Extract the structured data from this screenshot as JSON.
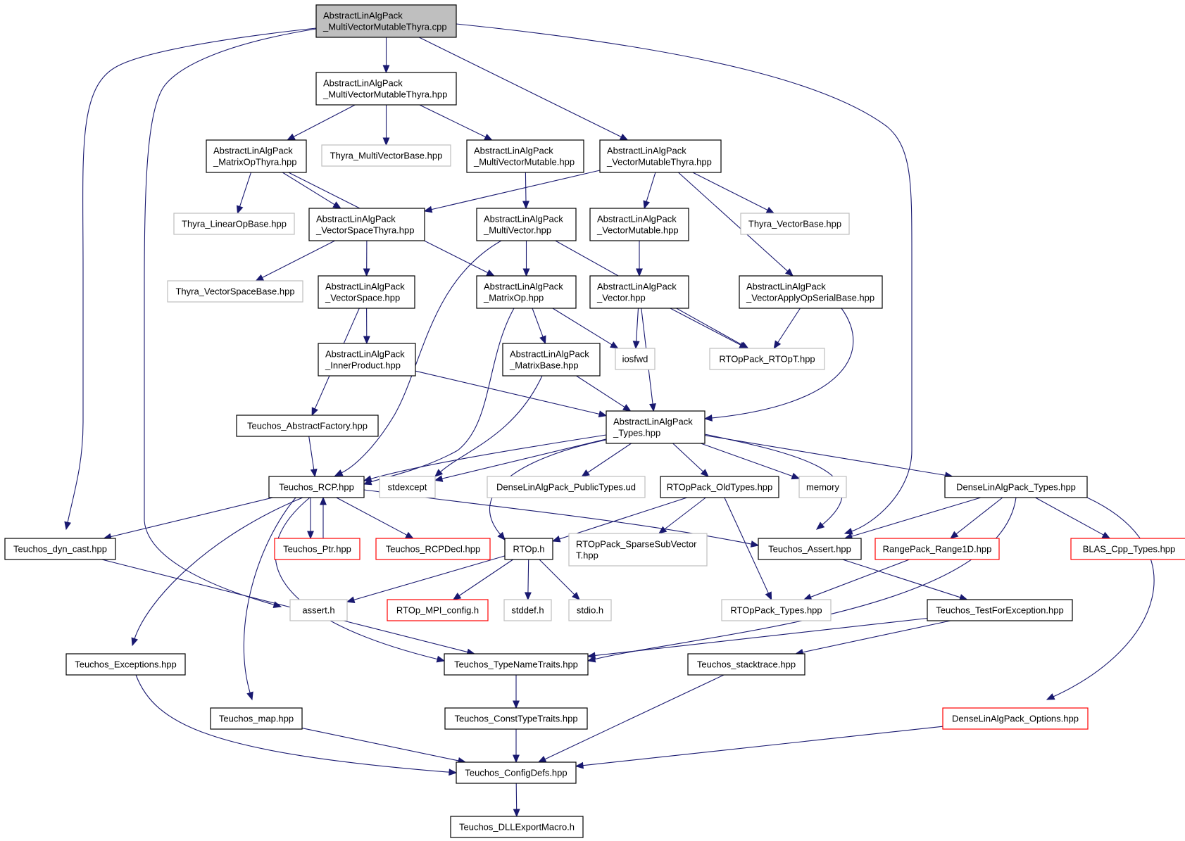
{
  "colors": {
    "edge": "#191970",
    "border_documented": "#000000",
    "border_external": "#bfbfbf",
    "border_truncated": "#ff0000",
    "root_fill": "#bfbfbf",
    "node_fill": "#ffffff"
  },
  "nodes": {
    "root": {
      "lines": [
        "AbstractLinAlgPack",
        "_MultiVectorMutableThyra.cpp"
      ],
      "style": "root"
    },
    "mvmt_hpp": {
      "lines": [
        "AbstractLinAlgPack",
        "_MultiVectorMutableThyra.hpp"
      ],
      "style": "doc"
    },
    "matrixopthyra": {
      "lines": [
        "AbstractLinAlgPack",
        "_MatrixOpThyra.hpp"
      ],
      "style": "doc"
    },
    "thyra_mvbase": {
      "lines": [
        "Thyra_MultiVectorBase.hpp"
      ],
      "style": "ext"
    },
    "mvmutable": {
      "lines": [
        "AbstractLinAlgPack",
        "_MultiVectorMutable.hpp"
      ],
      "style": "doc"
    },
    "vecmutthyra": {
      "lines": [
        "AbstractLinAlgPack",
        "_VectorMutableThyra.hpp"
      ],
      "style": "doc"
    },
    "thyra_linop": {
      "lines": [
        "Thyra_LinearOpBase.hpp"
      ],
      "style": "ext"
    },
    "vecspacethyra": {
      "lines": [
        "AbstractLinAlgPack",
        "_VectorSpaceThyra.hpp"
      ],
      "style": "doc"
    },
    "multivector": {
      "lines": [
        "AbstractLinAlgPack",
        "_MultiVector.hpp"
      ],
      "style": "doc"
    },
    "vecmutable": {
      "lines": [
        "AbstractLinAlgPack",
        "_VectorMutable.hpp"
      ],
      "style": "doc"
    },
    "thyra_vecbase": {
      "lines": [
        "Thyra_VectorBase.hpp"
      ],
      "style": "ext"
    },
    "thyra_vsbase": {
      "lines": [
        "Thyra_VectorSpaceBase.hpp"
      ],
      "style": "ext"
    },
    "vectorspace": {
      "lines": [
        "AbstractLinAlgPack",
        "_VectorSpace.hpp"
      ],
      "style": "doc"
    },
    "matrixop": {
      "lines": [
        "AbstractLinAlgPack",
        "_MatrixOp.hpp"
      ],
      "style": "doc"
    },
    "vector": {
      "lines": [
        "AbstractLinAlgPack",
        "_Vector.hpp"
      ],
      "style": "doc"
    },
    "vecapply": {
      "lines": [
        "AbstractLinAlgPack",
        "_VectorApplyOpSerialBase.hpp"
      ],
      "style": "doc"
    },
    "innerproduct": {
      "lines": [
        "AbstractLinAlgPack",
        "_InnerProduct.hpp"
      ],
      "style": "doc"
    },
    "matrixbase": {
      "lines": [
        "AbstractLinAlgPack",
        "_MatrixBase.hpp"
      ],
      "style": "doc"
    },
    "iosfwd": {
      "lines": [
        "iosfwd"
      ],
      "style": "ext"
    },
    "rtopt": {
      "lines": [
        "RTOpPack_RTOpT.hpp"
      ],
      "style": "ext"
    },
    "abstractfactory": {
      "lines": [
        "Teuchos_AbstractFactory.hpp"
      ],
      "style": "doc"
    },
    "types": {
      "lines": [
        "AbstractLinAlgPack",
        "_Types.hpp"
      ],
      "style": "doc"
    },
    "rcp": {
      "lines": [
        "Teuchos_RCP.hpp"
      ],
      "style": "doc"
    },
    "stdexcept": {
      "lines": [
        "stdexcept"
      ],
      "style": "ext"
    },
    "dense_public": {
      "lines": [
        "DenseLinAlgPack_PublicTypes.ud"
      ],
      "style": "ext"
    },
    "oldtypes": {
      "lines": [
        "RTOpPack_OldTypes.hpp"
      ],
      "style": "doc"
    },
    "memory": {
      "lines": [
        "memory"
      ],
      "style": "ext"
    },
    "dense_types": {
      "lines": [
        "DenseLinAlgPack_Types.hpp"
      ],
      "style": "doc"
    },
    "dyn_cast": {
      "lines": [
        "Teuchos_dyn_cast.hpp"
      ],
      "style": "doc"
    },
    "ptr": {
      "lines": [
        "Teuchos_Ptr.hpp"
      ],
      "style": "trunc"
    },
    "rcpdecl": {
      "lines": [
        "Teuchos_RCPDecl.hpp"
      ],
      "style": "trunc"
    },
    "rtop_h": {
      "lines": [
        "RTOp.h"
      ],
      "style": "doc"
    },
    "sparsesub": {
      "lines": [
        "RTOpPack_SparseSubVector",
        "T.hpp"
      ],
      "style": "ext"
    },
    "assert_hpp": {
      "lines": [
        "Teuchos_Assert.hpp"
      ],
      "style": "doc"
    },
    "range1d": {
      "lines": [
        "RangePack_Range1D.hpp"
      ],
      "style": "trunc"
    },
    "blas": {
      "lines": [
        "BLAS_Cpp_Types.hpp"
      ],
      "style": "trunc"
    },
    "assert_h": {
      "lines": [
        "assert.h"
      ],
      "style": "ext"
    },
    "mpi_config": {
      "lines": [
        "RTOp_MPI_config.h"
      ],
      "style": "trunc"
    },
    "stddef": {
      "lines": [
        "stddef.h"
      ],
      "style": "ext"
    },
    "stdio": {
      "lines": [
        "stdio.h"
      ],
      "style": "ext"
    },
    "rtoptypes": {
      "lines": [
        "RTOpPack_Types.hpp"
      ],
      "style": "ext"
    },
    "testforexc": {
      "lines": [
        "Teuchos_TestForException.hpp"
      ],
      "style": "doc"
    },
    "exceptions": {
      "lines": [
        "Teuchos_Exceptions.hpp"
      ],
      "style": "doc"
    },
    "typenametraits": {
      "lines": [
        "Teuchos_TypeNameTraits.hpp"
      ],
      "style": "doc"
    },
    "stacktrace": {
      "lines": [
        "Teuchos_stacktrace.hpp"
      ],
      "style": "doc"
    },
    "map": {
      "lines": [
        "Teuchos_map.hpp"
      ],
      "style": "doc"
    },
    "consttypetraits": {
      "lines": [
        "Teuchos_ConstTypeTraits.hpp"
      ],
      "style": "doc"
    },
    "dense_options": {
      "lines": [
        "DenseLinAlgPack_Options.hpp"
      ],
      "style": "trunc"
    },
    "configdefs": {
      "lines": [
        "Teuchos_ConfigDefs.hpp"
      ],
      "style": "doc"
    },
    "dllexport": {
      "lines": [
        "Teuchos_DLLExportMacro.h"
      ],
      "style": "doc"
    }
  },
  "edges": [
    [
      "root",
      "mvmt_hpp"
    ],
    [
      "root",
      "vecmutthyra"
    ],
    [
      "root",
      "dyn_cast"
    ],
    [
      "root",
      "assert_h"
    ],
    [
      "root",
      "assert_hpp"
    ],
    [
      "mvmt_hpp",
      "matrixopthyra"
    ],
    [
      "mvmt_hpp",
      "thyra_mvbase"
    ],
    [
      "mvmt_hpp",
      "mvmutable"
    ],
    [
      "matrixopthyra",
      "thyra_linop"
    ],
    [
      "matrixopthyra",
      "vecspacethyra"
    ],
    [
      "matrixopthyra",
      "matrixop"
    ],
    [
      "vecmutthyra",
      "vecspacethyra"
    ],
    [
      "vecmutthyra",
      "vecmutable"
    ],
    [
      "vecmutthyra",
      "thyra_vecbase"
    ],
    [
      "vecmutthyra",
      "vecapply"
    ],
    [
      "mvmutable",
      "multivector"
    ],
    [
      "vecspacethyra",
      "thyra_vsbase"
    ],
    [
      "vecspacethyra",
      "vectorspace"
    ],
    [
      "multivector",
      "matrixop"
    ],
    [
      "multivector",
      "rcp"
    ],
    [
      "multivector",
      "rtopt"
    ],
    [
      "vecmutable",
      "vector"
    ],
    [
      "vectorspace",
      "innerproduct"
    ],
    [
      "vectorspace",
      "abstractfactory"
    ],
    [
      "matrixop",
      "matrixbase"
    ],
    [
      "matrixop",
      "iosfwd"
    ],
    [
      "matrixop",
      "rcp"
    ],
    [
      "vector",
      "iosfwd"
    ],
    [
      "vector",
      "rtopt"
    ],
    [
      "vector",
      "types"
    ],
    [
      "vecapply",
      "rtopt"
    ],
    [
      "vecapply",
      "types"
    ],
    [
      "innerproduct",
      "types"
    ],
    [
      "matrixbase",
      "types"
    ],
    [
      "matrixbase",
      "stdexcept"
    ],
    [
      "abstractfactory",
      "rcp"
    ],
    [
      "types",
      "rcp"
    ],
    [
      "types",
      "stdexcept"
    ],
    [
      "types",
      "dense_public"
    ],
    [
      "types",
      "oldtypes"
    ],
    [
      "types",
      "memory"
    ],
    [
      "types",
      "dense_types"
    ],
    [
      "types",
      "rtop_h"
    ],
    [
      "types",
      "assert_hpp"
    ],
    [
      "rcp",
      "dyn_cast"
    ],
    [
      "rcp",
      "ptr"
    ],
    [
      "ptr",
      "rcp"
    ],
    [
      "rcp",
      "rcpdecl"
    ],
    [
      "rcp",
      "assert_hpp"
    ],
    [
      "rcp",
      "exceptions"
    ],
    [
      "rcp",
      "map"
    ],
    [
      "rcp",
      "typenametraits"
    ],
    [
      "oldtypes",
      "rtop_h"
    ],
    [
      "oldtypes",
      "sparsesub"
    ],
    [
      "oldtypes",
      "rtoptypes"
    ],
    [
      "dense_types",
      "assert_hpp"
    ],
    [
      "dense_types",
      "range1d"
    ],
    [
      "dense_types",
      "blas"
    ],
    [
      "dense_types",
      "typenametraits"
    ],
    [
      "dense_types",
      "dense_options"
    ],
    [
      "rtop_h",
      "assert_h"
    ],
    [
      "rtop_h",
      "mpi_config"
    ],
    [
      "rtop_h",
      "stddef"
    ],
    [
      "rtop_h",
      "stdio"
    ],
    [
      "assert_hpp",
      "testforexc"
    ],
    [
      "range1d",
      "rtoptypes"
    ],
    [
      "dyn_cast",
      "typenametraits"
    ],
    [
      "testforexc",
      "typenametraits"
    ],
    [
      "testforexc",
      "stacktrace"
    ],
    [
      "exceptions",
      "configdefs"
    ],
    [
      "map",
      "configdefs"
    ],
    [
      "typenametraits",
      "consttypetraits"
    ],
    [
      "consttypetraits",
      "configdefs"
    ],
    [
      "stacktrace",
      "configdefs"
    ],
    [
      "dense_options",
      "configdefs"
    ],
    [
      "configdefs",
      "dllexport"
    ]
  ]
}
